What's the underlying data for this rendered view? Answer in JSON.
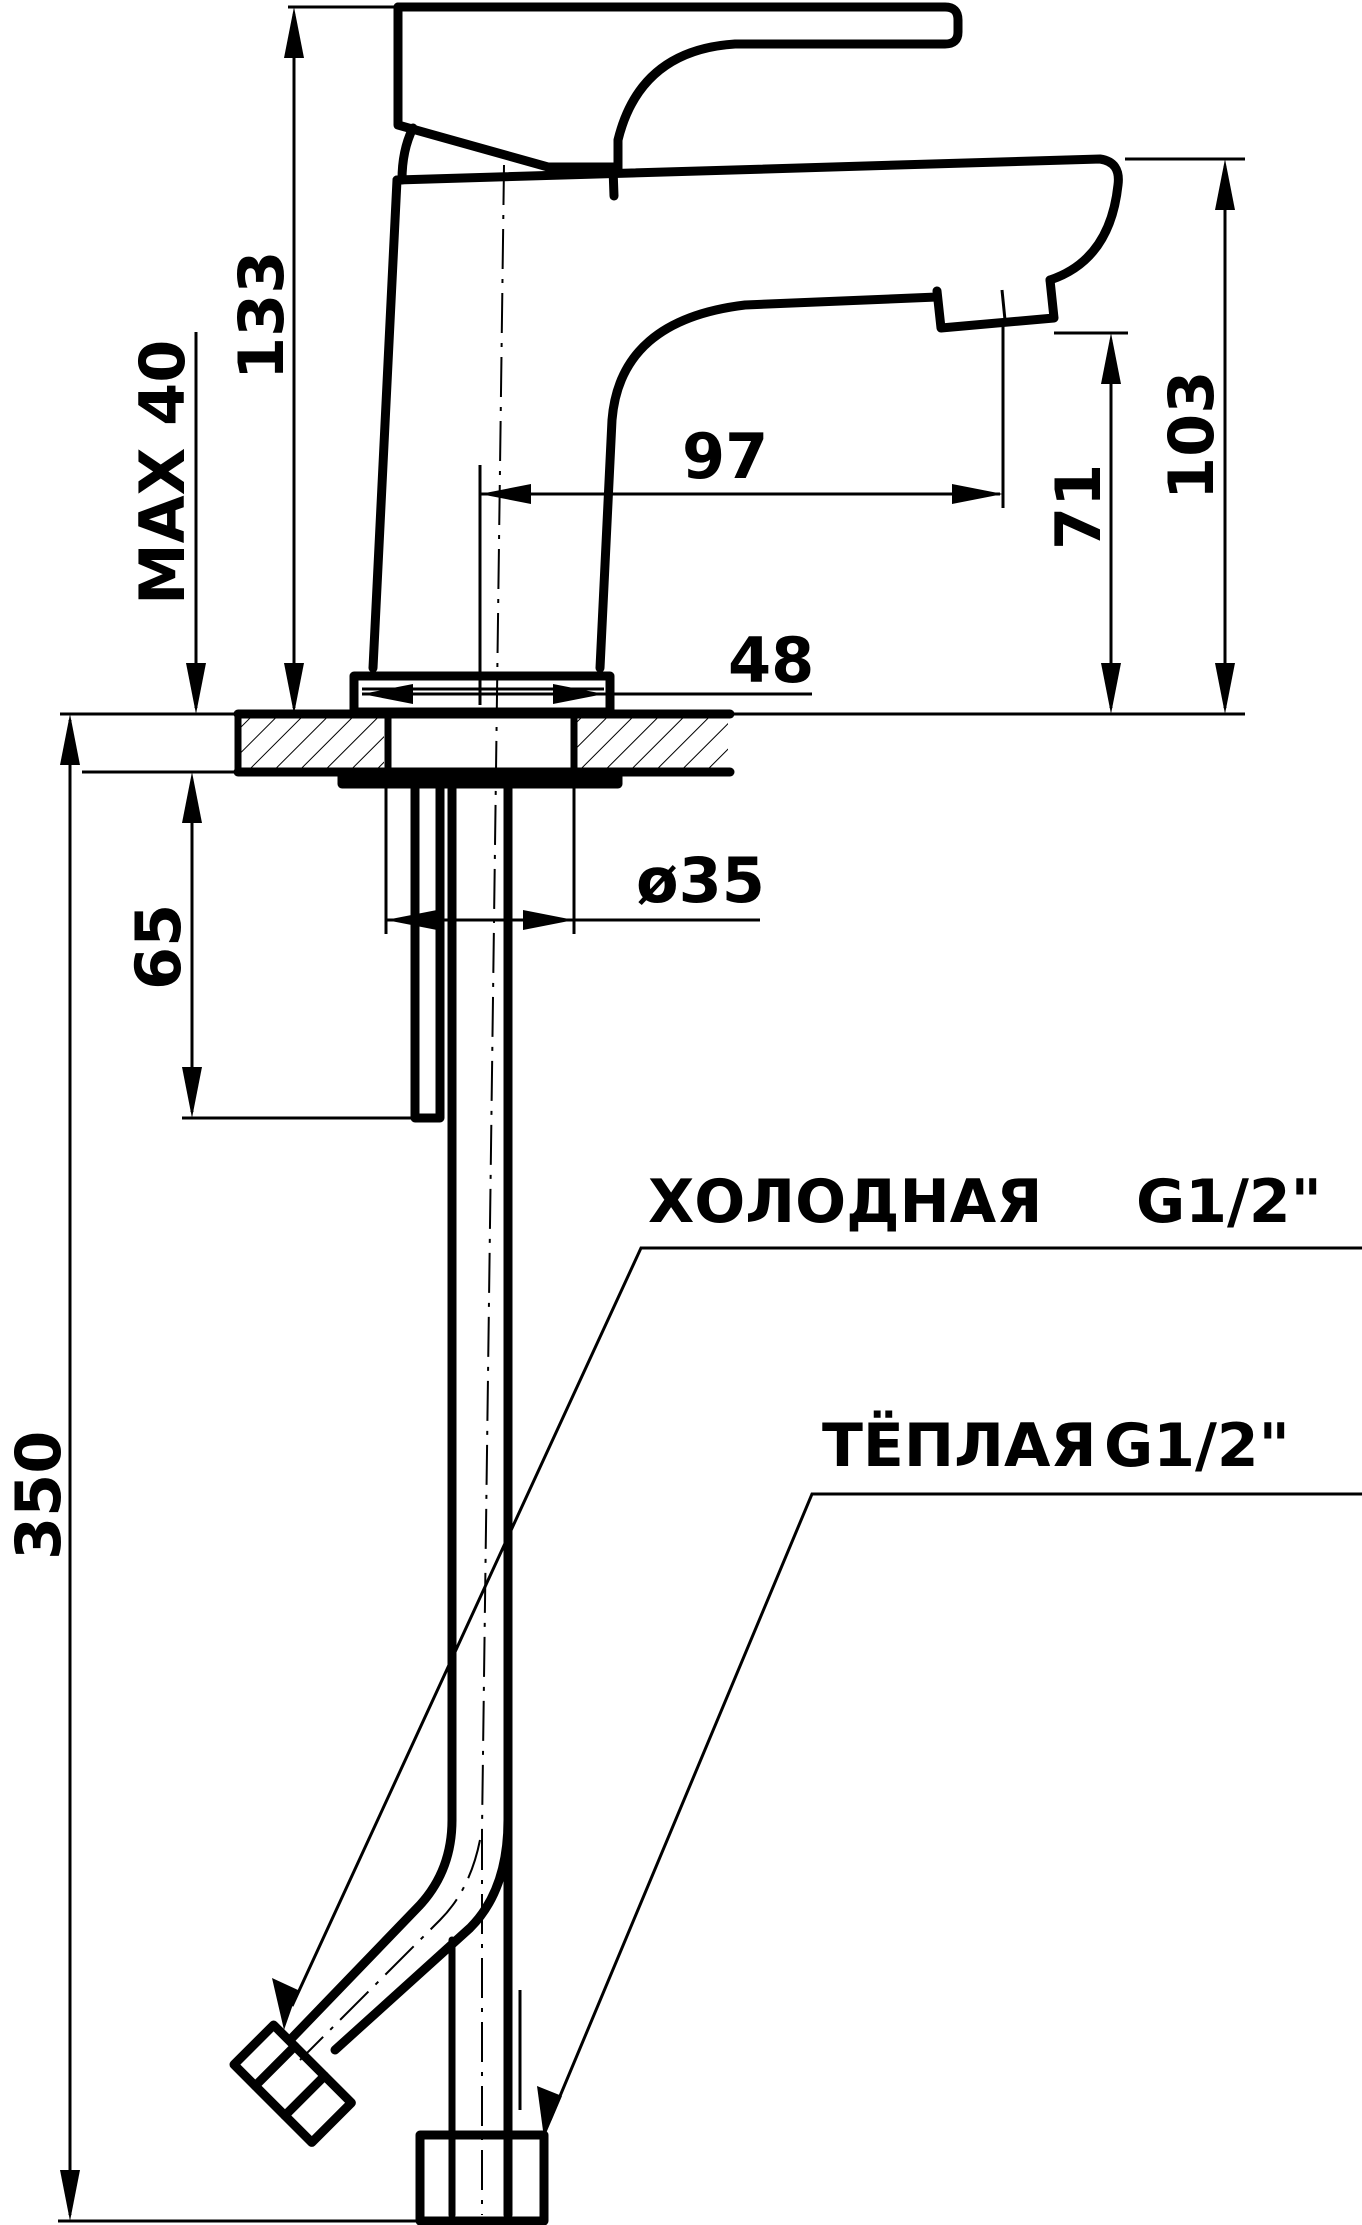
{
  "drawing": {
    "title": "Faucet dimensional drawing",
    "units": "mm",
    "line_color": "#000000",
    "background": "#ffffff"
  },
  "dimensions": {
    "total_height_above_deck": "133",
    "max_deck_thickness": "MAX 40",
    "spout_reach": "97",
    "aerator_height": "71",
    "spout_height": "103",
    "base_diameter": "48",
    "shank_diameter": "ø35",
    "shank_length": "65",
    "hose_length": "350"
  },
  "callouts": {
    "cold": {
      "label": "ХОЛОДНАЯ",
      "thread": "G1/2\""
    },
    "warm": {
      "label": "ТЁПЛАЯ",
      "thread": "G1/2\""
    }
  }
}
